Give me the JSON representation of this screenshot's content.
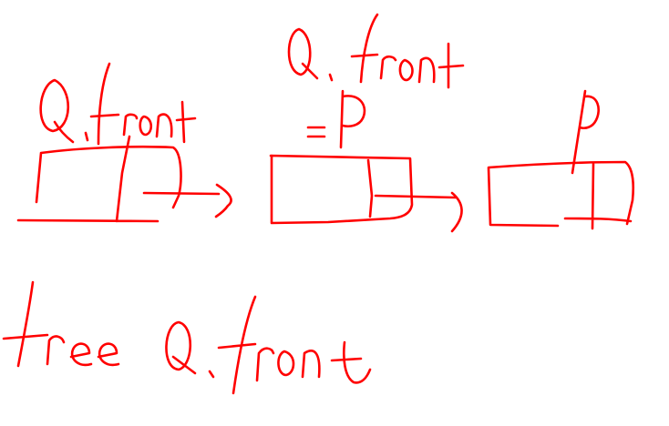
{
  "diagram": {
    "ink_color": "#ff0000",
    "background": "#ffffff",
    "labels": {
      "node1_pointer": "Q.front",
      "node2_pointer_line1": "Q.front",
      "node2_pointer_line2": "=p",
      "node3_pointer": "p",
      "caption": "free Q.front"
    },
    "nodes": [
      {
        "name": "node-1",
        "has_next": true
      },
      {
        "name": "node-2",
        "has_next": true
      },
      {
        "name": "node-3",
        "has_next": false
      }
    ]
  }
}
